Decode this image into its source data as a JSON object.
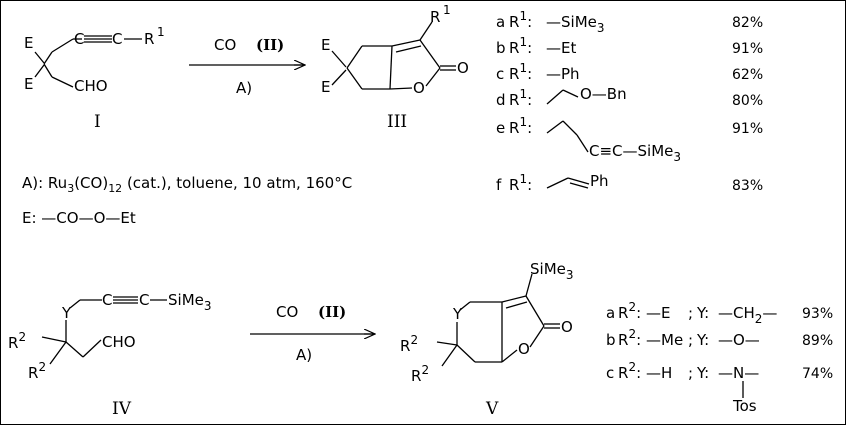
{
  "labels": {
    "E": "E",
    "R1": "R",
    "sup1": "1",
    "R2": "R",
    "sup2": "2",
    "CHO": "CHO",
    "Y": "Y",
    "O": "O",
    "SiMe3": "SiMe",
    "sub3": "3",
    "CO": "CO",
    "catalyst_ref": "(II)",
    "cond_ref": "A)"
  },
  "compounds": {
    "I": "I",
    "III": "III",
    "IV": "IV",
    "V": "V"
  },
  "conditions": {
    "prefix": "A): Ru",
    "sub3": "3",
    "mid": "(CO)",
    "sub12": "12",
    "suffix": " (cat.), toluene, 10 atm, 160°C"
  },
  "definition_E": "E: —CO—O—Et",
  "table_top": [
    {
      "letter": "a",
      "r": "—SiMe",
      "r_sub": "3",
      "pct": "82%"
    },
    {
      "letter": "b",
      "r": "—Et",
      "r_sub": "",
      "pct": "91%"
    },
    {
      "letter": "c",
      "r": "—Ph",
      "r_sub": "",
      "pct": "62%"
    },
    {
      "letter": "d",
      "r": "O—Bn",
      "r_sub": "",
      "pct": "80%"
    },
    {
      "letter": "e",
      "r": "C≡C—SiMe",
      "r_sub": "3",
      "pct": "91%"
    },
    {
      "letter": "f",
      "r": "Ph",
      "r_sub": "",
      "pct": "83%"
    }
  ],
  "table_bottom": [
    {
      "letter": "a",
      "r2": "—E",
      "y": "—CH",
      "y_sub": "2",
      "y_tail": "—",
      "pct": "93%"
    },
    {
      "letter": "b",
      "r2": "—Me",
      "y": "—O—",
      "y_sub": "",
      "y_tail": "",
      "pct": "89%"
    },
    {
      "letter": "c",
      "r2": "—H",
      "y": "—N—",
      "y_sub": "",
      "y_tail": "",
      "tos": "Tos",
      "pct": "74%"
    }
  ]
}
